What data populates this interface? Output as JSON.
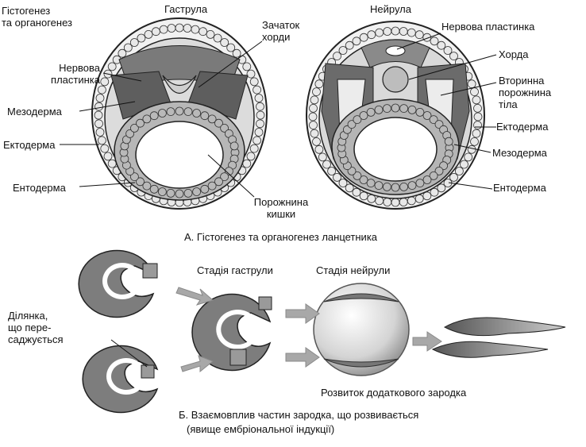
{
  "title": "Гістогенез\nта органогенез",
  "panel_a": {
    "gastrula_title": "Гаструла",
    "neurula_title": "Нейрула",
    "labels": {
      "notochord_rudiment": "Зачаток\nхорди",
      "neural_plate_left": "Нервова\nпластинка",
      "mesoderm_left": "Мезодерма",
      "ectoderm_left": "Ектодерма",
      "endoderm_left": "Ентодерма",
      "gut_cavity": "Порожнина\nкишки",
      "neural_plate_right": "Нервова пластинка",
      "notochord": "Хорда",
      "secondary_body_cavity": "Вторинна\nпорожнина\nтіла",
      "ectoderm_right": "Ектодерма",
      "mesoderm_right": "Мезодерма",
      "endoderm_right": "Ентодерма"
    },
    "caption": "А. Гістогенез та органогенез ланцетника"
  },
  "panel_b": {
    "gastrula_stage": "Стадія гаструли",
    "neurula_stage": "Стадія нейрули",
    "transplanted_area": "Ділянка,\nщо пере-\nсаджується",
    "secondary_embryo": "Розвиток додаткового зародка",
    "caption_line1": "Б. Взаємовплив частин зародка, що розвивається",
    "caption_line2": "(явище ембріональної індукції)"
  },
  "colors": {
    "cell_outline": "#333333",
    "cell_fill": "#e8e8e8",
    "dark_tissue": "#6a6a6a",
    "mid_tissue": "#b9b9b9",
    "arrow": "#a8a8a8"
  }
}
